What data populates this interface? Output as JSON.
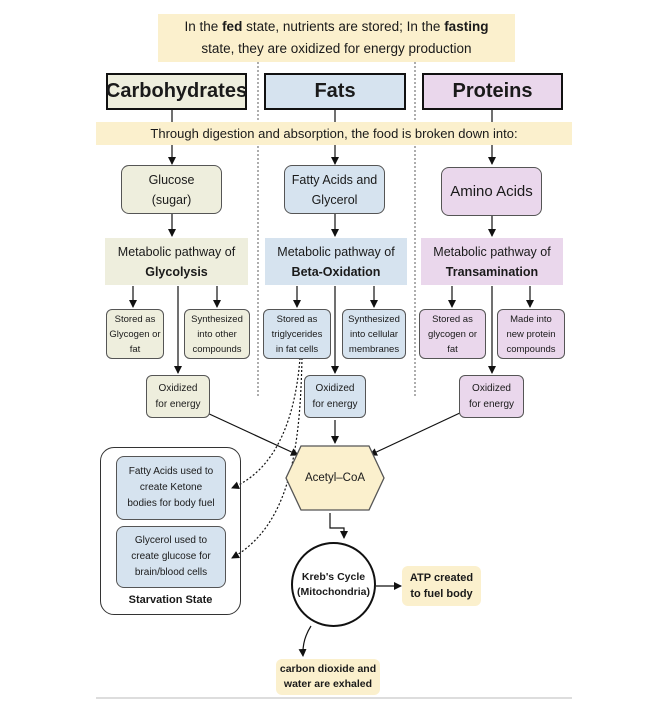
{
  "intro": {
    "line1_pre": "In the ",
    "fed": "fed",
    "line1_mid": " state, nutrients are stored; In the ",
    "fasting": "fasting",
    "line2": "state, they are oxidized for energy production"
  },
  "columns": {
    "carbohydrates": {
      "title": "Carbohydrates",
      "product_line1": "Glucose",
      "product_line2": "(sugar)",
      "pathway_prefix": "Metabolic pathway of",
      "pathway_name": "Glycolysis",
      "stored_line1": "Stored as",
      "stored_line2": "Glycogen or",
      "stored_line3": "fat",
      "made_line1": "Synthesized",
      "made_line2": "into other",
      "made_line3": "compounds",
      "oxidized_line1": "Oxidized",
      "oxidized_line2": "for energy"
    },
    "fats": {
      "title": "Fats",
      "product_line1": "Fatty Acids and",
      "product_line2": "Glycerol",
      "pathway_prefix": "Metabolic pathway of",
      "pathway_name": "Beta-Oxidation",
      "stored_line1": "Stored as",
      "stored_line2": "triglycerides",
      "stored_line3": "in fat cells",
      "made_line1": "Synthesized",
      "made_line2": "into cellular",
      "made_line3": "membranes",
      "oxidized_line1": "Oxidized",
      "oxidized_line2": "for energy"
    },
    "proteins": {
      "title": "Proteins",
      "product_line1": "Amino Acids",
      "pathway_prefix": "Metabolic pathway of",
      "pathway_name": "Transamination",
      "stored_line1": "Stored as",
      "stored_line2": "glycogen or",
      "stored_line3": "fat",
      "made_line1": "Made into",
      "made_line2": "new protein",
      "made_line3": "compounds",
      "oxidized_line1": "Oxidized",
      "oxidized_line2": "for energy"
    }
  },
  "digestion_band": "Through digestion and absorption, the food is broken down into:",
  "acetyl": "Acetyl–CoA",
  "starvation": {
    "title": "Starvation State",
    "ketone_line1": "Fatty Acids used to",
    "ketone_line2": "create Ketone",
    "ketone_line3": "bodies for body fuel",
    "glucose_line1": "Glycerol used to",
    "glucose_line2": "create glucose for",
    "glucose_line3": "brain/blood cells"
  },
  "krebs": {
    "line1": "Kreb's Cycle",
    "line2": "(Mitochondria)"
  },
  "atp": {
    "line1": "ATP created",
    "line2": "to fuel body"
  },
  "exhale": {
    "line1": "carbon dioxide and",
    "line2": "water are exhaled"
  },
  "colors": {
    "band": "#fbf0cd",
    "carbohydrates": "#eeeedd",
    "fats": "#d6e3ef",
    "proteins": "#ead7ec"
  }
}
